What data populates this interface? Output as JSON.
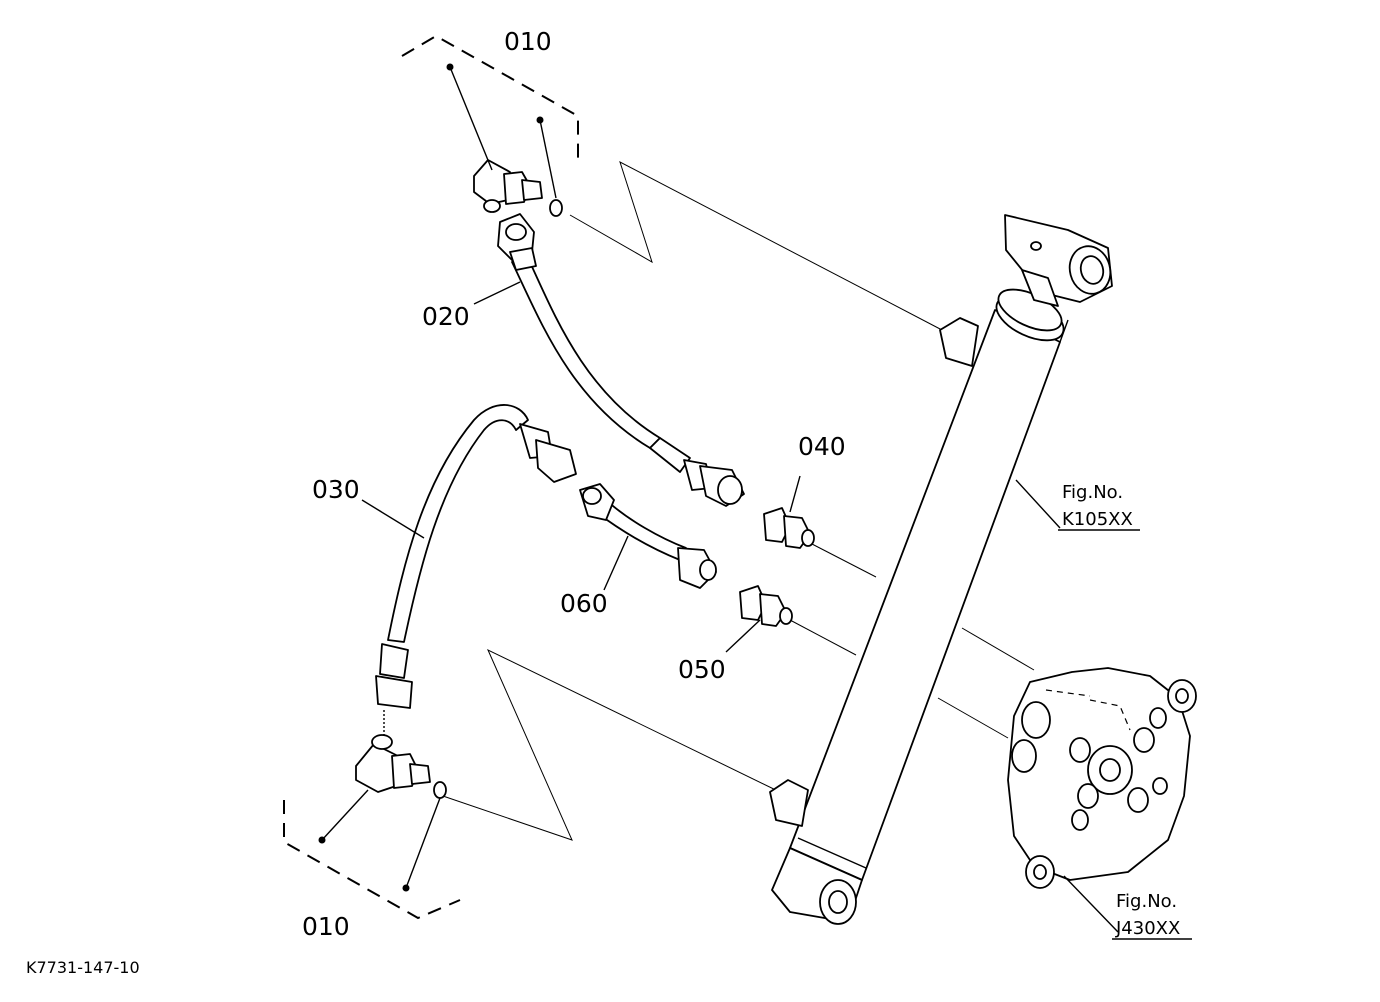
{
  "callouts": {
    "p010_top": "010",
    "p020": "020",
    "p030": "030",
    "p040": "040",
    "p050": "050",
    "p060": "060",
    "p010_bottom": "010"
  },
  "references": {
    "fig1_title": "Fig.No.",
    "fig1_code": "K105XX",
    "fig2_title": "Fig.No.",
    "fig2_code": "J430XX"
  },
  "drawing_code": "K7731-147-10"
}
